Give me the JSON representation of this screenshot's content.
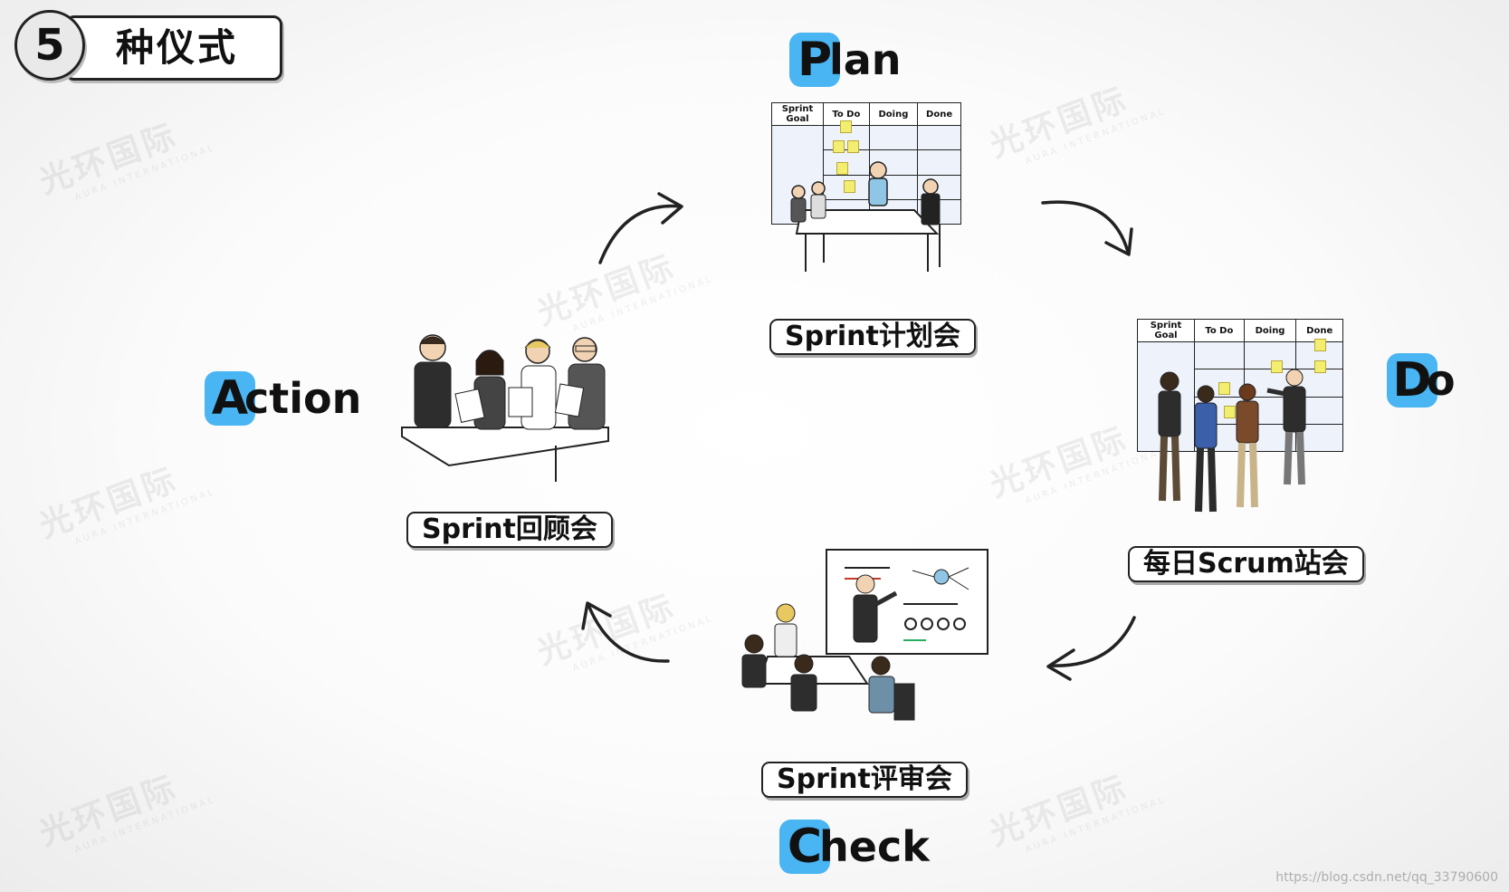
{
  "badge": {
    "number": "5",
    "title": "种仪式"
  },
  "phases": {
    "plan": {
      "initial": "P",
      "rest": "lan",
      "meeting": "Sprint计划会"
    },
    "do": {
      "initial": "D",
      "rest": "o",
      "meeting": "每日Scrum站会"
    },
    "check": {
      "initial": "C",
      "rest": "heck",
      "meeting": "Sprint评审会"
    },
    "action": {
      "initial": "A",
      "rest": "ction",
      "meeting": "Sprint回顾会"
    }
  },
  "board": {
    "goal": "Sprint Goal",
    "todo": "To Do",
    "doing": "Doing",
    "done": "Done"
  },
  "watermark": {
    "cn": "光环国际",
    "en": "AURA INTERNATIONAL"
  },
  "source_url": "https://blog.csdn.net/qq_33790600",
  "colors": {
    "accent": "#49b5f2",
    "ink": "#222222"
  }
}
